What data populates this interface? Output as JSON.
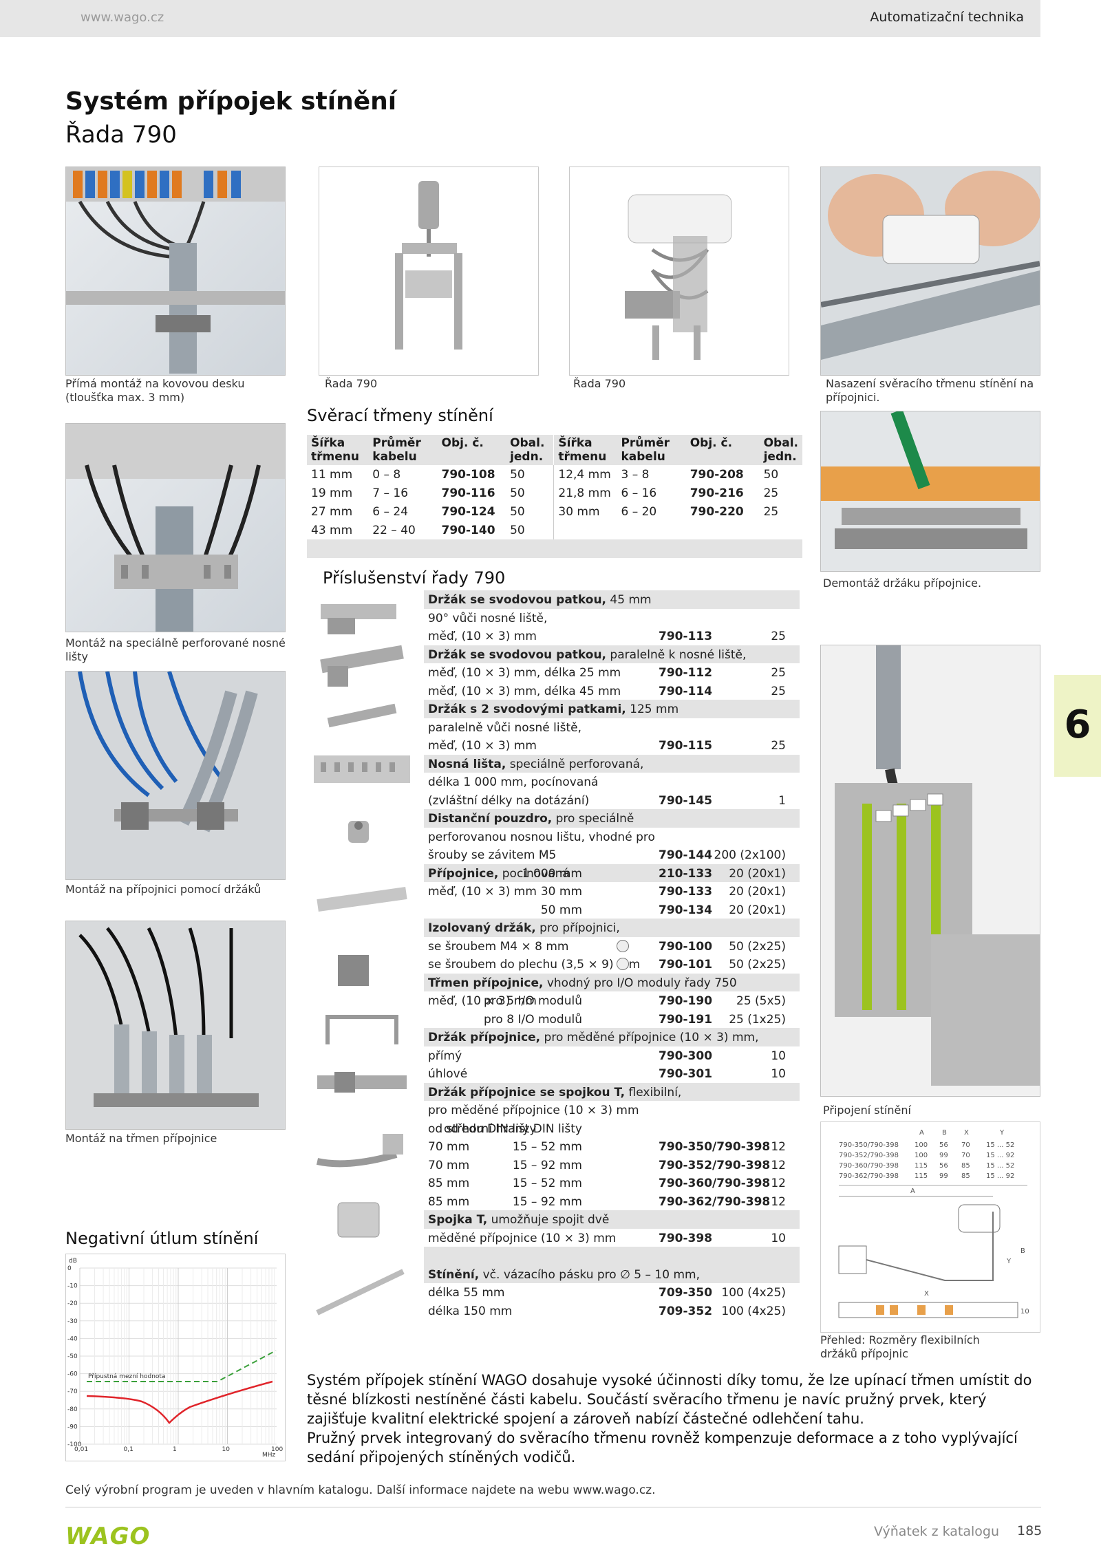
{
  "header": {
    "url": "www.wago.cz",
    "section": "Automatizační technika"
  },
  "title": "Systém přípojek stínění",
  "subtitle": "Řada 790",
  "captions": {
    "photo1": "Přímá montáž na kovovou desku (tloušťka max. 3 mm)",
    "photo2": "Řada 790",
    "photo3": "Řada 790",
    "photo4": "Nasazení svěracího třmenu stínění na přípojnici.",
    "photo5": "Montáž na speciálně perforované nosné lišty",
    "photo6": "Demontáž držáku přípojnice.",
    "photo7": "Montáž na přípojnici pomocí držáků",
    "photo8": "Připojení stínění",
    "photo9": "Montáž na třmen přípojnice",
    "dims": "Přehled: Rozměry flexibilních držáků přípojnic"
  },
  "clamp_section_title": "Svěrací třmeny stínění",
  "clamp_table": {
    "headers": [
      "Šířka třmenu",
      "Průměr kabelu",
      "Obj. č.",
      "Obal. jedn."
    ],
    "left": [
      [
        "11 mm",
        "0 – 8",
        "790-108",
        "50"
      ],
      [
        "19 mm",
        "7 – 16",
        "790-116",
        "50"
      ],
      [
        "27 mm",
        "6 – 24",
        "790-124",
        "50"
      ],
      [
        "43 mm",
        "22 – 40",
        "790-140",
        "50"
      ]
    ],
    "right": [
      [
        "12,4 mm",
        "3 – 8",
        "790-208",
        "50"
      ],
      [
        "21,8 mm",
        "6 – 16",
        "790-216",
        "25"
      ],
      [
        "30 mm",
        "6 – 20",
        "790-220",
        "25"
      ]
    ]
  },
  "accessories_title": "Příslušenství řady 790",
  "accessories": [
    {
      "head": true,
      "b": "Držák se svodovou patkou,",
      "t": " 45 mm"
    },
    {
      "t": "90° vůči nosné liště,"
    },
    {
      "t": "měď, (10 × 3) mm",
      "art": "790-113",
      "pack": "25"
    },
    {
      "head": true,
      "b": "Držák se svodovou patkou,",
      "t": " paralelně k nosné liště,"
    },
    {
      "t": "měď, (10 × 3) mm, délka 25 mm",
      "art": "790-112",
      "pack": "25"
    },
    {
      "t": "měď, (10 × 3) mm, délka 45 mm",
      "art": "790-114",
      "pack": "25"
    },
    {
      "head": true,
      "b": "Držák s 2 svodovými patkami,",
      "t": " 125 mm"
    },
    {
      "t": "paralelně vůči nosné liště,"
    },
    {
      "t": "měď, (10 × 3) mm",
      "art": "790-115",
      "pack": "25"
    },
    {
      "head": true,
      "b": "Nosná lišta,",
      "t": " speciálně perforovaná,"
    },
    {
      "t": "délka 1 000 mm, pocínovaná"
    },
    {
      "t": "(zvláštní délky na dotázání)",
      "art": "790-145",
      "pack": "1"
    },
    {
      "head": true,
      "b": "Distanční pouzdro,",
      "t": " pro speciálně"
    },
    {
      "t": "perforovanou nosnou lištu, vhodné pro"
    },
    {
      "t": "šrouby se závitem M5",
      "art": "790-144",
      "pack": "200 (2x100)"
    },
    {
      "head": true,
      "b": "Přípojnice,",
      "t": " pocínovaná",
      "mid": "1 000 mm",
      "art": "210-133",
      "pack": "20 (20x1)"
    },
    {
      "t": "měď, (10 × 3) mm",
      "mid": "30 mm",
      "art": "790-133",
      "pack": "20 (20x1)"
    },
    {
      "t": "",
      "mid": "50 mm",
      "art": "790-134",
      "pack": "20 (20x1)"
    },
    {
      "head": true,
      "b": "Izolovaný držák,",
      "t": " pro přípojnici,"
    },
    {
      "t": "se šroubem M4 × 8 mm",
      "circle": true,
      "art": "790-100",
      "pack": "50 (2x25)"
    },
    {
      "t": "se šroubem do plechu (3,5 × 9) mm",
      "circle": true,
      "art": "790-101",
      "pack": "50 (2x25)"
    },
    {
      "head": true,
      "b": "Třmen přípojnice,",
      "t": " vhodný pro I/O moduly řady 750"
    },
    {
      "t": "měď, (10 × 3) mm",
      "mid": "pro 5 I/O modulů",
      "art": "790-190",
      "pack": "25 (5x5)"
    },
    {
      "t": "",
      "mid": "pro 8 I/O modulů",
      "art": "790-191",
      "pack": "25 (1x25)"
    },
    {
      "head": true,
      "b": "Držák přípojnice,",
      "t": " pro měděné přípojnice (10 × 3) mm,"
    },
    {
      "t": "přímý",
      "art": "790-300",
      "pack": "10"
    },
    {
      "t": "úhlové",
      "art": "790-301",
      "pack": "10"
    },
    {
      "head": true,
      "b": "Držák přípojnice se spojkou T,",
      "t": " flexibilní,"
    },
    {
      "t": "pro měděné přípojnice (10 × 3) mm"
    },
    {
      "t": "od středu DIN lišty",
      "mid": "od horní hrany DIN lišty"
    },
    {
      "t": "70 mm",
      "mid": "15 – 52 mm",
      "art": "790-350/790-398",
      "pack": "12"
    },
    {
      "t": "70 mm",
      "mid": "15 – 92 mm",
      "art": "790-352/790-398",
      "pack": "12"
    },
    {
      "t": "85 mm",
      "mid": "15 – 52 mm",
      "art": "790-360/790-398",
      "pack": "12"
    },
    {
      "t": "85 mm",
      "mid": "15 – 92 mm",
      "art": "790-362/790-398",
      "pack": "12"
    },
    {
      "head": true,
      "b": "Spojka T,",
      "t": " umožňuje spojit dvě"
    },
    {
      "t": "měděné přípojnice (10 × 3) mm",
      "art": "790-398",
      "pack": "10"
    },
    {
      "head": true,
      "t": ""
    },
    {
      "head": true,
      "b": "Stínění,",
      "t": " vč. vázacího pásku pro ∅ 5 – 10 mm,"
    },
    {
      "t": "  délka 55 mm",
      "art": "709-350",
      "pack": "100 (4x25)"
    },
    {
      "t": "délka 150 mm",
      "art": "709-352",
      "pack": "100 (4x25)"
    }
  ],
  "attenuation": {
    "title": "Negativní útlum stínění",
    "unit_y": "dB",
    "unit_x": "MHz",
    "limit_label": "Přípustná mezní hodnota",
    "y_ticks": [
      "0",
      "-10",
      "-20",
      "-30",
      "-40",
      "-50",
      "-60",
      "-70",
      "-80",
      "-90",
      "-100"
    ],
    "x_ticks": [
      "0,01",
      "0,1",
      "1",
      "10",
      "100"
    ]
  },
  "dims_table": {
    "headers": [
      "A",
      "B",
      "X",
      "Y"
    ],
    "rows": [
      [
        "790-350/790-398",
        "100",
        "56",
        "70",
        "15 ... 52"
      ],
      [
        "790-352/790-398",
        "100",
        "99",
        "70",
        "15 ... 92"
      ],
      [
        "790-360/790-398",
        "115",
        "56",
        "85",
        "15 ... 52"
      ],
      [
        "790-362/790-398",
        "115",
        "99",
        "85",
        "15 ... 92"
      ]
    ],
    "labels": {
      "a": "A",
      "b": "B",
      "x": "X",
      "y": "Y",
      "ten": "10"
    }
  },
  "side_tab": "6",
  "body_text": [
    "Systém přípojek stínění WAGO dosahuje vysoké účinnosti díky tomu, že lze upínací třmen umístit do těsné blízkosti nestíněné části kabelu. Součástí svěracího třmenu je navíc pružný prvek, který zajišťuje kvalitní elektrické spojení a zároveň nabízí částečné odlehčení tahu.",
    "Pružný prvek integrovaný do svěracího třmenu rovněž kompenzuje deformace a z toho vyplývající sedání připojených stíněných vodičů."
  ],
  "footer": {
    "note": "Celý výrobní program je uveden v hlavním katalogu. Další informace najdete na webu www.wago.cz.",
    "logo": "WAGO",
    "catalog": "Výňatek z katalogu",
    "page": "185"
  },
  "colors": {
    "accent": "#9cc31f",
    "tab": "#eef3c6",
    "grey_bar": "#e6e6e6",
    "chart_red": "#e0242a",
    "chart_green": "#3aa03a"
  }
}
